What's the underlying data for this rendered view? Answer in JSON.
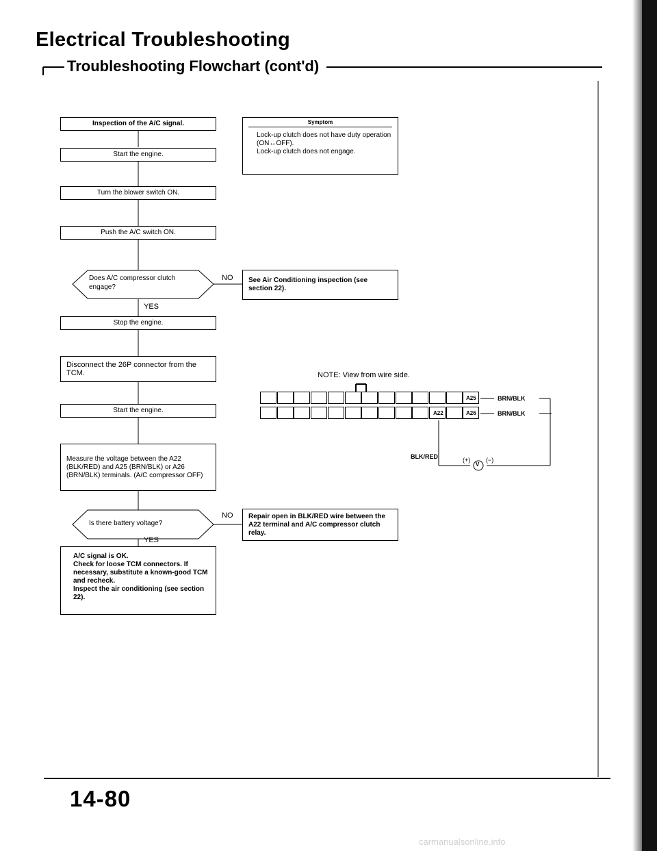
{
  "header": {
    "title": "Electrical Troubleshooting",
    "subtitle": "Troubleshooting Flowchart (cont'd)"
  },
  "flow": {
    "start": "Inspection of the A/C signal.",
    "step1": "Start the engine.",
    "step2": "Turn the blower switch ON.",
    "step3": "Push the A/C switch ON.",
    "q1": "Does A/C compressor clutch engage?",
    "step4": "Stop the engine.",
    "step5": "Disconnect the 26P connector from the TCM.",
    "step6": "Start the engine.",
    "step7": "Measure the voltage between the A22 (BLK/RED) and A25 (BRN/BLK) or A26 (BRN/BLK) terminals. (A/C compressor OFF)",
    "q2": "Is there battery voltage?",
    "ok_items": [
      "A/C signal is OK.",
      "Check for loose TCM connectors. If necessary, substitute a known-good TCM and recheck.",
      "Inspect the air conditioning (see section 22)."
    ],
    "yes": "YES",
    "no": "NO"
  },
  "symptom": {
    "heading": "Symptom",
    "items": [
      "Lock-up clutch does not have duty operation (ON↔OFF).",
      "Lock-up clutch does not engage."
    ]
  },
  "no_actions": {
    "no1": "See Air Conditioning inspection (see section 22).",
    "no2": "Repair open in BLK/RED wire between the A22 terminal and A/C compressor clutch relay."
  },
  "connector": {
    "note": "NOTE: View from wire side.",
    "a25": "A25",
    "a26": "A26",
    "a22": "A22",
    "wire_a25": "BRN/BLK",
    "wire_a26": "BRN/BLK",
    "wire_a22": "BLK/RED",
    "plus": "(+)",
    "minus": "(−)",
    "meter": "V"
  },
  "footer": {
    "page_number": "14-80",
    "watermark": "carmanualsonline.info"
  }
}
